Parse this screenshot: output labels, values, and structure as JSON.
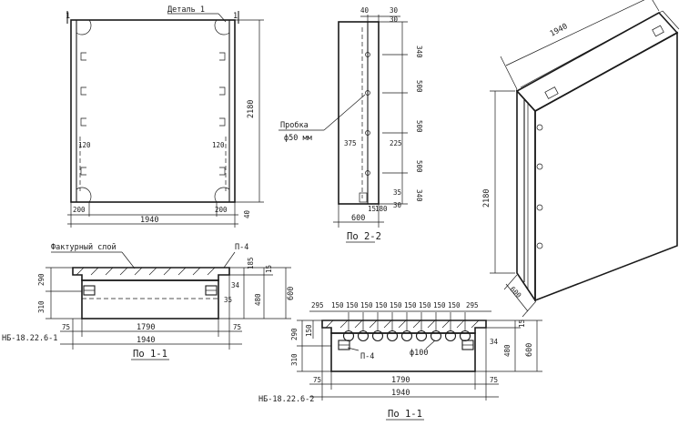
{
  "elevation": {
    "detail_label": "Деталь 1",
    "marker_label": "1",
    "width_dim": "1940",
    "left_offset_dim": "200",
    "right_offset_dim": "200",
    "height_dim": "2180",
    "bottom_dim": "40",
    "left_inner_dim": "120",
    "right_inner_dim": "120"
  },
  "section_2_2": {
    "title": "По 2-2",
    "top_dim_a": "40",
    "top_dim_b": "30",
    "top_dim_c": "30",
    "plug_label": "Пробка",
    "plug_diameter": "ф50 мм",
    "spacing_dims": [
      "340",
      "500",
      "500",
      "500",
      "340"
    ],
    "left_dim": "375",
    "right_dim": "225",
    "depth_dim": "600",
    "base_dim_a": "15",
    "base_dim_b": "180",
    "side_small_a": "35",
    "side_small_b": "30"
  },
  "axonometric": {
    "length_dim": "1940",
    "height_dim": "2180",
    "depth_dim": "600"
  },
  "section_1_1_upper": {
    "title": "По 1-1",
    "mark_label": "НБ-18.22.6-1",
    "texture_label": "Фактурный слой",
    "p4_label": "П-4",
    "left_dims": [
      "290",
      "310"
    ],
    "right_dims": [
      "185",
      "15",
      "600",
      "480",
      "34",
      "35"
    ],
    "bottom_inner_dim": "1790",
    "end_dims": [
      "75",
      "75"
    ],
    "total_dim": "1940"
  },
  "section_1_1_lower": {
    "title": "По 1-1",
    "mark_label": "НБ-18.22.6-2",
    "p4_label": "П-4",
    "hole_label": "ф100",
    "top_spacing": [
      "295",
      "150",
      "150",
      "150",
      "150",
      "150",
      "150",
      "150",
      "150",
      "150",
      "295"
    ],
    "left_dims": [
      "290",
      "310",
      "150"
    ],
    "right_dims": [
      "15",
      "480",
      "600",
      "34"
    ],
    "bottom_inner_dim": "1790",
    "end_dims": [
      "75",
      "75"
    ],
    "total_dim": "1940"
  }
}
